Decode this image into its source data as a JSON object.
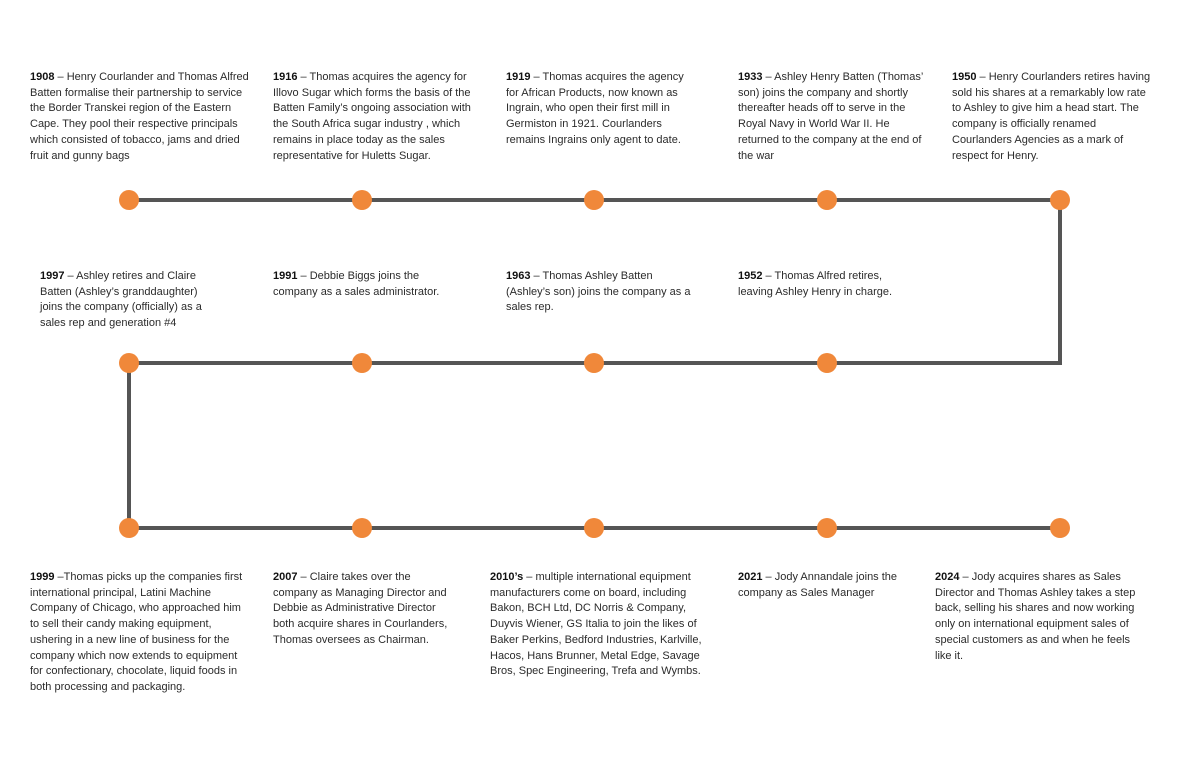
{
  "colors": {
    "line": "#555555",
    "dot": "#f0883a"
  },
  "events": [
    {
      "year": "1908",
      "text": " – Henry Courlander and Thomas Alfred Batten formalise their partnership to service the Border Transkei region of the Eastern Cape. They pool their respective principals which consisted of tobacco, jams and dried fruit and gunny bags"
    },
    {
      "year": "1916",
      "text": " – Thomas acquires the agency for Illovo Sugar which forms the basis of the Batten Family’s ongoing association with the South Africa sugar industry , which remains in place today as the sales representative for Huletts Sugar."
    },
    {
      "year": "1919",
      "text": " – Thomas acquires the agency for African Products, now known as Ingrain, who open their first mill in Germiston in 1921. Courlanders remains Ingrains only agent to date."
    },
    {
      "year": "1933",
      "text": " – Ashley Henry Batten (Thomas’ son) joins the company and shortly thereafter heads off to serve in the Royal Navy in World War II. He returned to the company at the end of the war"
    },
    {
      "year": "1950",
      "text": " – Henry Courlanders retires having sold his shares at a remarkably low rate to Ashley to give him a head start. The company is officially renamed Courlanders Agencies as a mark of respect for Henry."
    },
    {
      "year": "1997",
      "text": " – Ashley retires and Claire Batten (Ashley’s granddaughter) joins the company (officially) as a sales rep and generation #4"
    },
    {
      "year": "1991",
      "text": " – Debbie Biggs joins the company as a sales administrator."
    },
    {
      "year": "1963",
      "text": " – Thomas Ashley Batten (Ashley’s son) joins the company as a sales rep."
    },
    {
      "year": "1952",
      "text": " – Thomas Alfred retires, leaving Ashley Henry in charge."
    },
    {
      "year": "1999",
      "text": " –Thomas picks up the companies first international principal, Latini Machine Company of Chicago, who approached him to sell their candy making equipment, ushering in a new line of business for the company which now extends to equipment for confectionary, chocolate, liquid foods in both processing and packaging."
    },
    {
      "year": "2007",
      "text": " – Claire takes over the company as Managing Director and Debbie as Administrative Director both acquire shares in Courlanders, Thomas oversees as Chairman."
    },
    {
      "year": "2010’s",
      "text": " – multiple international equipment manufacturers come on board, including Bakon, BCH Ltd, DC Norris & Company, Duyvis Wiener, GS Italia to join the likes of Baker Perkins, Bedford Industries, Karlville, Hacos, Hans Brunner, Metal Edge, Savage Bros, Spec Engineering, Trefa and Wymbs."
    },
    {
      "year": "2021",
      "text": " – Jody Annandale joins the company as Sales Manager"
    },
    {
      "year": "2024",
      "text": " – Jody acquires shares as Sales Director and Thomas Ashley takes a step back, selling his shares and now working only on international equipment sales of special customers as and when he feels like it."
    }
  ]
}
